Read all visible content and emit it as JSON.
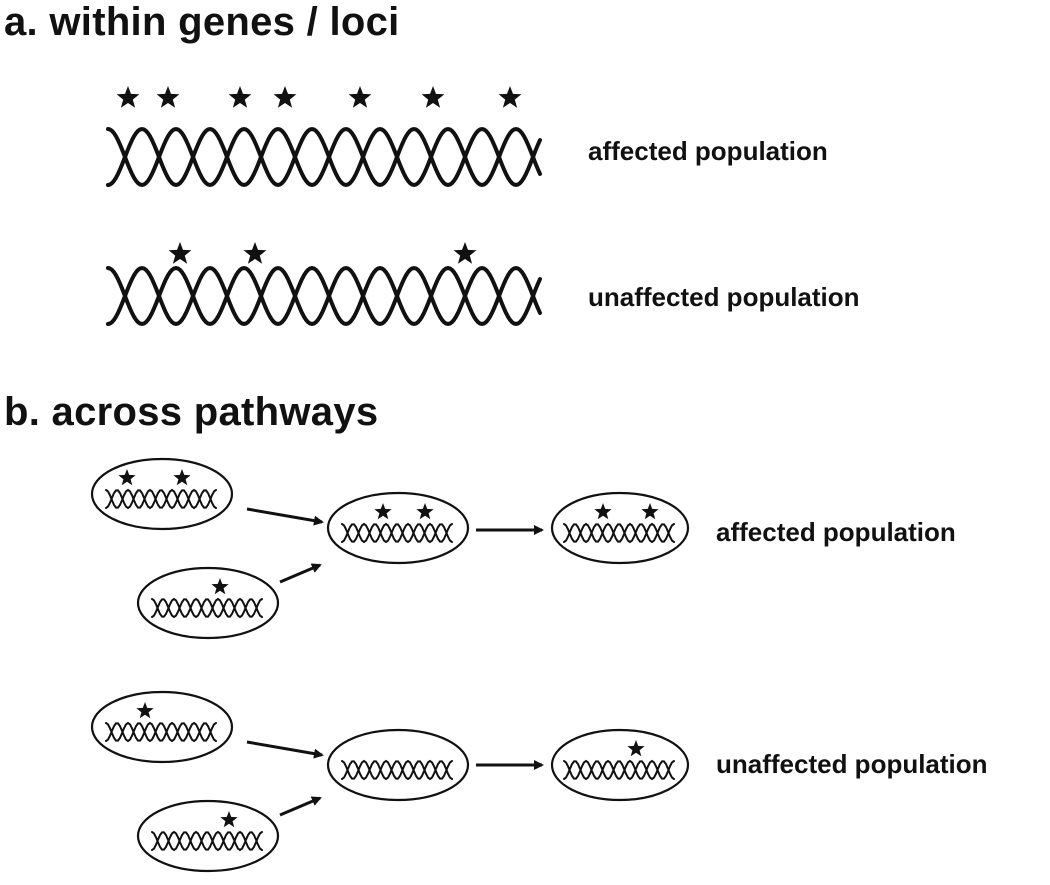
{
  "section_a": {
    "heading": "a. within genes / loci",
    "affected_label": "affected population",
    "unaffected_label": "unaffected population",
    "affected_star_count": 7,
    "unaffected_star_count": 3
  },
  "section_b": {
    "heading": "b. across pathways",
    "affected_label": "affected population",
    "unaffected_label": "unaffected population"
  },
  "icons": {
    "star": "star-icon",
    "helix": "dna-helix-icon",
    "arrow": "arrow-icon",
    "node": "pathway-node-ellipse"
  },
  "colors": {
    "ink": "#111111",
    "background": "#ffffff"
  }
}
